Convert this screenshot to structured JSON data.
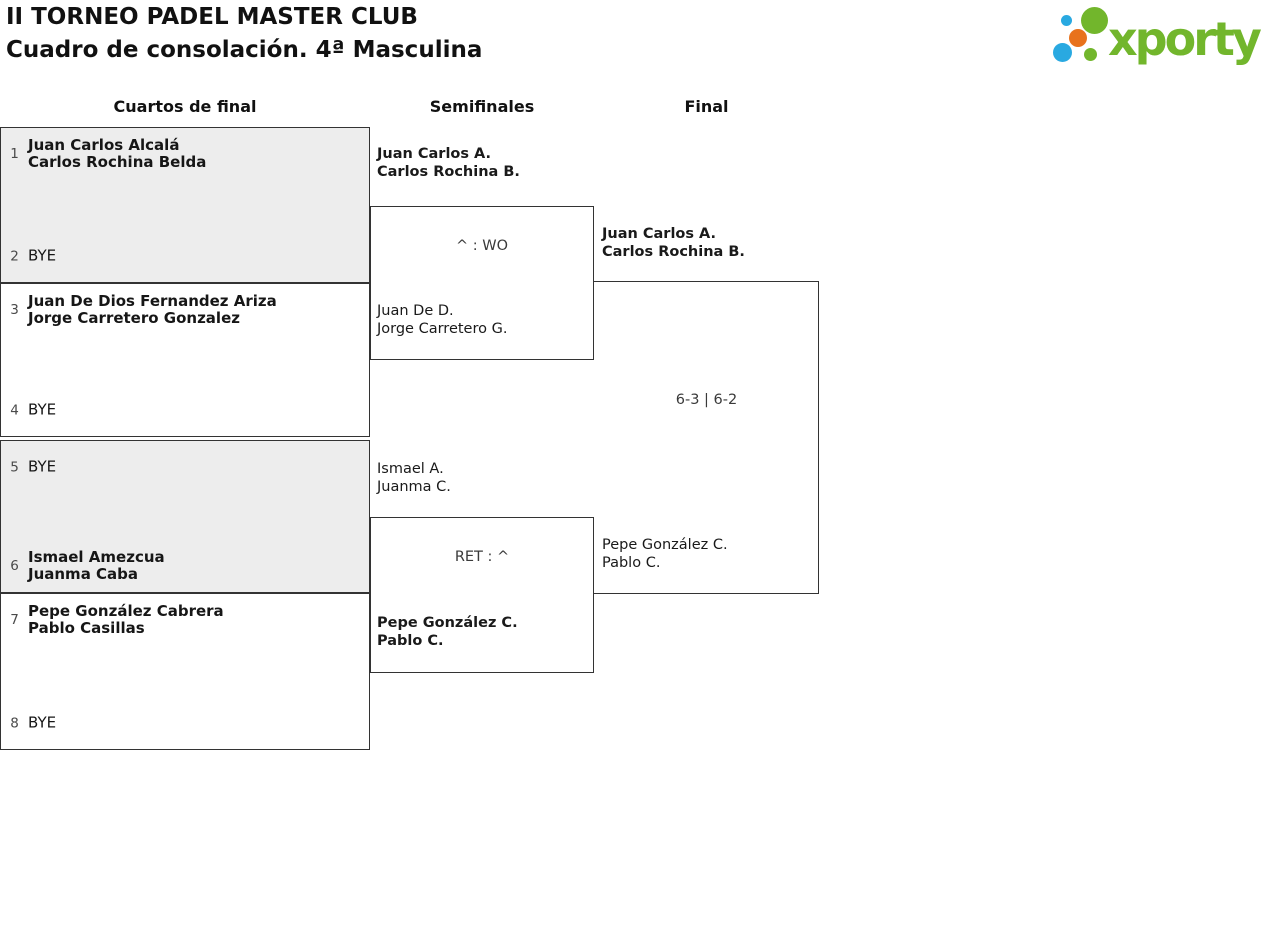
{
  "header": {
    "title": "II TORNEO PADEL MASTER CLUB",
    "subtitle": "Cuadro de consolación. 4ª Masculina"
  },
  "logo": {
    "text": "xporty",
    "green": "#72b62c",
    "blue": "#29a9e1",
    "orange": "#e8721c"
  },
  "rounds": [
    {
      "label": "Cuartos de final"
    },
    {
      "label": "Semifinales"
    },
    {
      "label": "Final"
    }
  ],
  "qf": {
    "m1": {
      "seed_a": "1",
      "a1": "Juan Carlos Alcalá",
      "a2": "Carlos Rochina Belda",
      "seed_b": "2",
      "b1": "BYE"
    },
    "m2": {
      "seed_a": "3",
      "a1": "Juan De Dios Fernandez Ariza",
      "a2": "Jorge Carretero Gonzalez",
      "seed_b": "4",
      "b1": "BYE"
    },
    "m3": {
      "seed_a": "5",
      "a1": "BYE",
      "seed_b": "6",
      "b1": "Ismael Amezcua",
      "b2": "Juanma Caba"
    },
    "m4": {
      "seed_a": "7",
      "a1": "Pepe González Cabrera",
      "a2": "Pablo Casillas",
      "seed_b": "8",
      "b1": "BYE"
    }
  },
  "sf": {
    "m1": {
      "top1": "Juan Carlos A.",
      "top2": "Carlos Rochina B.",
      "score": "^ : WO",
      "bottom1": "Juan De D.",
      "bottom2": "Jorge Carretero G."
    },
    "m2": {
      "top1": "Ismael A.",
      "top2": "Juanma C.",
      "score": "RET : ^",
      "bottom1": "Pepe González C.",
      "bottom2": "Pablo C."
    }
  },
  "final": {
    "top1": "Juan Carlos A.",
    "top2": "Carlos Rochina B.",
    "score": "6-3 | 6-2",
    "bottom1": "Pepe González C.",
    "bottom2": "Pablo C."
  },
  "colors": {
    "box_border": "#333333",
    "box_shade": "#ededed"
  }
}
